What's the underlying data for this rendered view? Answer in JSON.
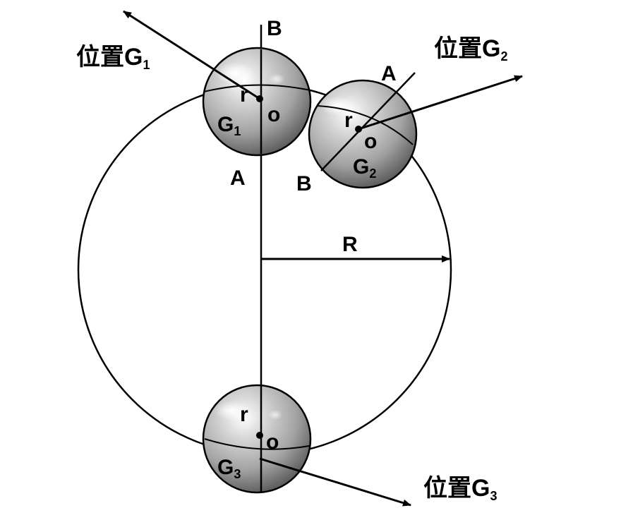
{
  "positions": [
    {
      "label": "位置G",
      "sub": "1"
    },
    {
      "label": "位置G",
      "sub": "2"
    },
    {
      "label": "位置G",
      "sub": "3"
    }
  ],
  "balls": [
    {
      "g": "G",
      "g_sub": "1",
      "r": "r",
      "o": "o",
      "a": "A",
      "b": "B"
    },
    {
      "g": "G",
      "g_sub": "2",
      "r": "r",
      "o": "o",
      "a": "A",
      "b": "B"
    },
    {
      "g": "G",
      "g_sub": "3",
      "r": "r",
      "o": "o"
    }
  ],
  "radius_label": "R"
}
